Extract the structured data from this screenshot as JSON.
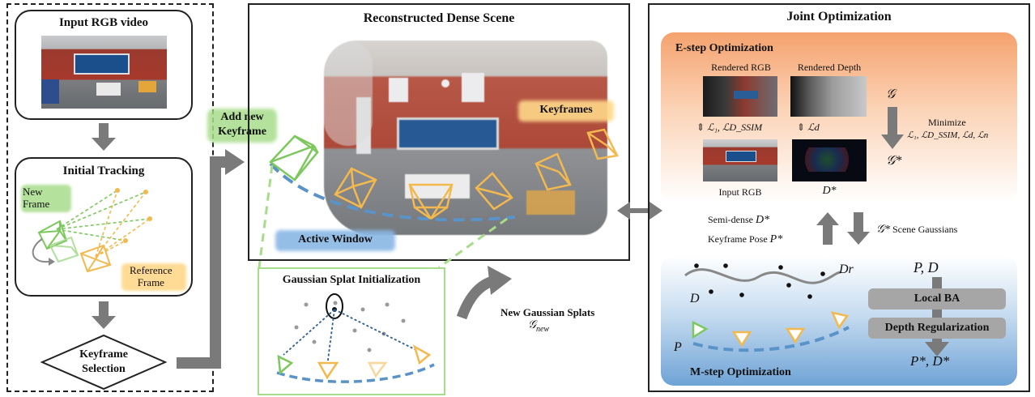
{
  "left_panel": {
    "input_video_title": "Input RGB video",
    "tracking_title": "Initial Tracking",
    "new_frame_label": "New\nFrame",
    "reference_frame_label": "Reference\nFrame",
    "keyframe_selection_label": "Keyframe\nSelection"
  },
  "middle_panel": {
    "add_keyframe_label": "Add new\nKeyframe",
    "scene_title": "Reconstructed Dense Scene",
    "keyframes_label": "Keyframes",
    "active_window_label": "Active Window",
    "splat_init_title": "Gaussian Splat Initialization",
    "new_splats_label": "New Gaussian Splats",
    "new_splats_symbol": "𝒢",
    "new_splats_subscript": "new"
  },
  "right_panel": {
    "title": "Joint Optimization",
    "estep_title": "E-step Optimization",
    "rendered_rgb_label": "Rendered RGB",
    "rendered_depth_label": "Rendered Depth",
    "input_rgb_label": "Input RGB",
    "dstar_label": "D*",
    "loss_rgb_label": "ℒ₁, ℒD_SSIM",
    "loss_depth_label": "ℒd",
    "g_label": "𝒢",
    "gstar_label": "𝒢*",
    "minimize_label": "Minimize",
    "minimize_terms": "ℒ₁, ℒD_SSIM, ℒd, ℒn",
    "semi_dense_label": "Semi-dense",
    "semi_dense_symbol": "D*",
    "keyframe_pose_label": "Keyframe Pose",
    "keyframe_pose_symbol": "P*",
    "scene_gaussians_symbol": "𝒢*",
    "scene_gaussians_label": "Scene Gaussians",
    "dr_label": "Dr",
    "d_label": "D",
    "p_label": "P",
    "pd_label": "P,  D",
    "local_ba_label": "Local BA",
    "depth_reg_label": "Depth Regularization",
    "pstar_dstar_label": "P*, D*",
    "mstep_title": "M-step Optimization"
  },
  "colors": {
    "green_camera": "#7cc85c",
    "yellow_camera": "#f3b94e",
    "blue_curve": "#5a93c8",
    "arrow_gray": "#7a7a7a",
    "estep_orange": "#f5a26e",
    "mstep_blue": "#6ea3d6",
    "keyframes_tag": "#ffd88a",
    "active_window_tag": "#8ab7e5",
    "new_frame_tag": "#a7dc8a",
    "reference_frame_tag": "#ffd88a"
  }
}
